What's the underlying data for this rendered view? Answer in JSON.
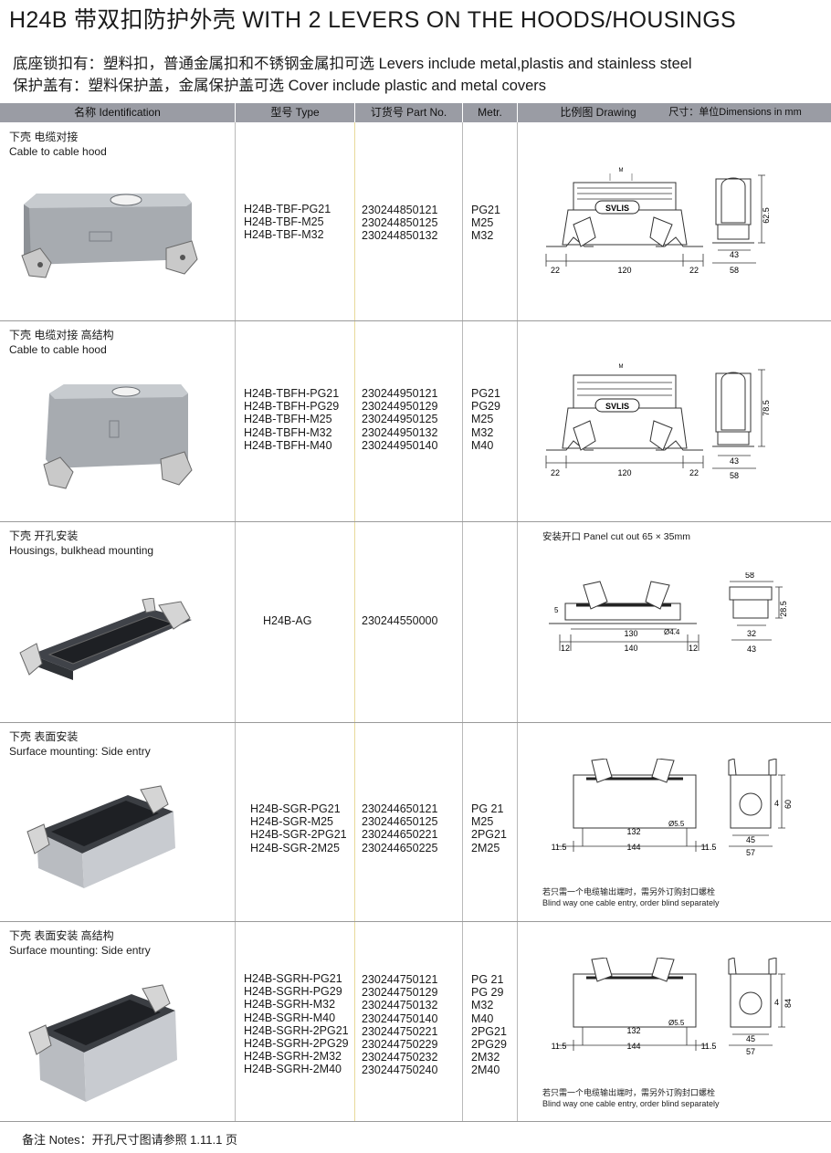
{
  "header": {
    "title": "H24B 带双扣防护外壳   WITH 2 LEVERS ON THE HOODS/HOUSINGS",
    "subtitle_line1": "底座锁扣有：塑料扣，普通金属扣和不锈钢金属扣可选 Levers include metal,plastis and stainless steel",
    "subtitle_line2": "保护盖有：塑料保护盖，金属保护盖可选 Cover include plastic and metal covers"
  },
  "table_header": {
    "identification": "名称 Identification",
    "type": "型号 Type",
    "part_no": "订货号 Part No.",
    "metr": "Metr.",
    "drawing": "比例图 Drawing",
    "dimensions": "尺寸：单位Dimensions in mm"
  },
  "rows": [
    {
      "label_cn": "下壳  电缆对接",
      "label_en": "Cable to cable hood",
      "types": "H24B-TBF-PG21\nH24B-TBF-M25\nH24B-TBF-M32",
      "parts": "230244850121\n230244850125\n230244850132",
      "metr": "PG21\nM25\nM32",
      "dims": {
        "left": "22",
        "mid": "120",
        "right": "22",
        "height": "62.5",
        "w1": "43",
        "w2": "58",
        "small": "M",
        "logo": "SVLIS"
      }
    },
    {
      "label_cn": "下壳  电缆对接  高结构",
      "label_en": "Cable to cable hood",
      "types": "H24B-TBFH-PG21\nH24B-TBFH-PG29\nH24B-TBFH-M25\nH24B-TBFH-M32\nH24B-TBFH-M40",
      "parts": "230244950121\n230244950129\n230244950125\n230244950132\n230244950140",
      "metr": "PG21\nPG29\nM25\nM32\nM40",
      "dims": {
        "left": "22",
        "mid": "120",
        "right": "22",
        "height": "78.5",
        "w1": "43",
        "w2": "58",
        "small": "M",
        "logo": "SVLIS"
      }
    },
    {
      "label_cn": "下壳  开孔安装",
      "label_en": "Housings, bulkhead mounting",
      "types": "H24B-AG",
      "parts": "230244550000",
      "metr": "",
      "panel_cutout": "安装开口 Panel cut out 65 × 35mm",
      "dims": {
        "top": "58",
        "height": "28.5",
        "side": "5",
        "inner": "130",
        "hole": "Ø4.4",
        "left": "12",
        "mid": "140",
        "right": "12",
        "w1": "32",
        "w2": "43"
      }
    },
    {
      "label_cn": "下壳  表面安装",
      "label_en": "Surface mounting: Side entry",
      "types": "H24B-SGR-PG21\nH24B-SGR-M25\nH24B-SGR-2PG21\nH24B-SGR-2M25",
      "parts": "230244650121\n230244650125\n230244650221\n230244650225",
      "metr": "PG 21\nM25\n2PG21\n2M25",
      "note_cn": "若只需一个电缆输出端时，需另外订购封口螺栓",
      "note_en": "Blind way one cable entry, order blind separately",
      "dims": {
        "inner": "132",
        "hole": "Ø5.5",
        "left": "11.5",
        "mid": "144",
        "right": "11.5",
        "side": "4",
        "height": "60",
        "w1": "45",
        "w2": "57"
      }
    },
    {
      "label_cn": "下壳  表面安装  高结构",
      "label_en": "Surface mounting: Side entry",
      "types": "H24B-SGRH-PG21\nH24B-SGRH-PG29\nH24B-SGRH-M32\nH24B-SGRH-M40\nH24B-SGRH-2PG21\nH24B-SGRH-2PG29\nH24B-SGRH-2M32\nH24B-SGRH-2M40",
      "parts": "230244750121\n230244750129\n230244750132\n230244750140\n230244750221\n230244750229\n230244750232\n230244750240",
      "metr": "PG 21\nPG 29\nM32\nM40\n2PG21\n2PG29\n2M32\n2M40",
      "note_cn": "若只需一个电缆输出端时，需另外订购封口螺栓",
      "note_en": "Blind way one cable entry, order blind separately",
      "dims": {
        "inner": "132",
        "hole": "Ø5.5",
        "left": "11.5",
        "mid": "144",
        "right": "11.5",
        "side": "4",
        "height": "84",
        "w1": "45",
        "w2": "57"
      }
    }
  ],
  "footer": {
    "note": "备注 Notes：开孔尺寸图请参照 1.11.1 页"
  }
}
